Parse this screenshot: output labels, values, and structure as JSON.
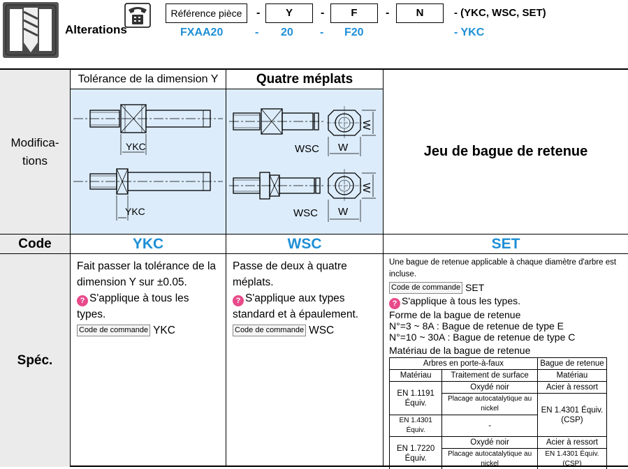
{
  "header": {
    "alterations_label": "Alterations",
    "part_number_boxes": [
      "Référence pièce",
      "Y",
      "F",
      "N"
    ],
    "part_number_suffix": "- (YKC, WSC, SET)",
    "dash": "-",
    "example": [
      "FXAA20",
      "20",
      "F20"
    ],
    "example_suffix": "- YKC"
  },
  "table": {
    "row_labels": {
      "modifications": "Modifica-\ntions",
      "code": "Code",
      "spec": "Spéc."
    },
    "col_headers": {
      "ykc": "Tolérance de la dimension Y",
      "wsc": "Quatre méplats",
      "set": "Jeu de bague de retenue"
    },
    "drawing_labels": {
      "ykc": "YKC",
      "wsc": "WSC",
      "w": "W"
    },
    "codes": [
      "YKC",
      "WSC",
      "SET"
    ],
    "spec_ykc": {
      "text": "Fait passer la tolérance de la dimension Y sur ±0.05.",
      "note": "S'applique à tous les types.",
      "code_tag": "Code de commande",
      "code_value": "YKC"
    },
    "spec_wsc": {
      "text": "Passe de deux à quatre méplats.",
      "note": "S'applique aux types standard et à épaulement.",
      "code_tag": "Code de commande",
      "code_value": "WSC"
    },
    "spec_set": {
      "intro": "Une bague de retenue applicable à chaque diamètre d'arbre est incluse.",
      "code_tag": "Code de commande",
      "code_value": "SET",
      "note": "S'applique à tous les types.",
      "ring_form_title": "Forme de la bague de retenue",
      "ring_form_lines": [
        "N°=3 ~ 8A : Bague de retenue de type E",
        "N°=10 ~ 30A : Bague de retenue de type C"
      ],
      "material_title": "Matériau de la bague de retenue",
      "material_table": {
        "h1": "Arbres en porte-à-faux",
        "h2": "Bague de retenue",
        "sub": [
          "Matériau",
          "Traitement de surface",
          "Matériau"
        ],
        "r1_mat": "EN 1.1191\nÉquiv.",
        "r1_t1": "Oxydé noir",
        "r1_m1": "Acier à ressort",
        "r1_t2": "Placage autocatalytique au nickel",
        "r1_m2": "EN 1.4301 Équiv.\n(CSP)",
        "r2_mat": "EN 1.4301 Équiv.",
        "r2_t": "-",
        "r3_mat": "EN 1.7220\nÉquiv.",
        "r3_t1": "Oxydé noir",
        "r3_m1": "Acier à ressort",
        "r3_t2": "Placage autocatalytique au nickel",
        "r3_m2": "EN 1.4301 Équiv. (CSP)"
      }
    }
  },
  "colors": {
    "accent": "#1e8fd6",
    "drawing_bg": "#dcecfa",
    "label_bg": "#ebebeb"
  }
}
